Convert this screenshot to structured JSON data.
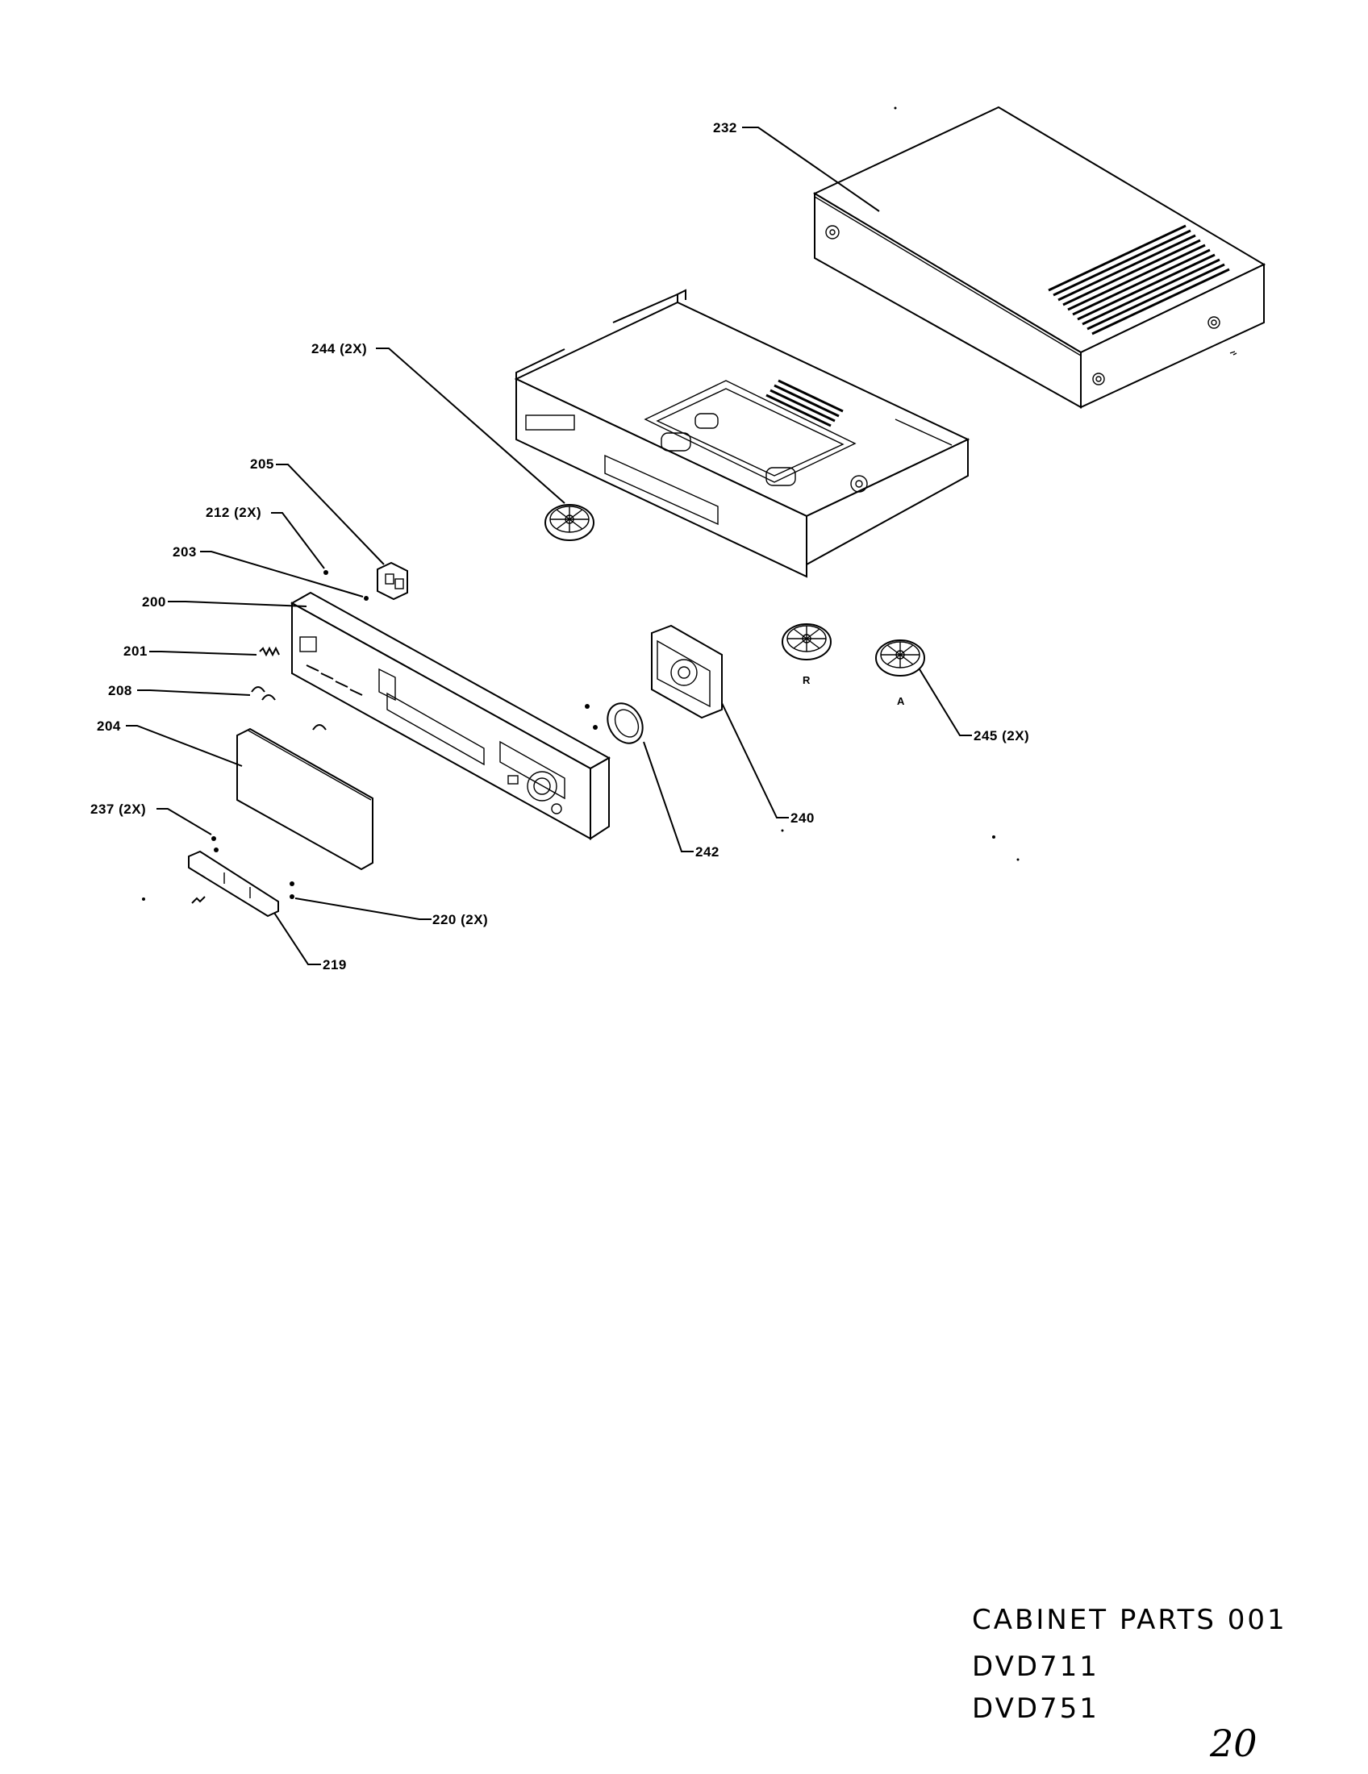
{
  "diagram": {
    "callouts": [
      {
        "id": "232",
        "text": "232"
      },
      {
        "id": "244",
        "text": "244 (2X)"
      },
      {
        "id": "205",
        "text": "205"
      },
      {
        "id": "212",
        "text": "212 (2X)"
      },
      {
        "id": "203",
        "text": "203"
      },
      {
        "id": "200",
        "text": "200"
      },
      {
        "id": "201",
        "text": "201"
      },
      {
        "id": "208",
        "text": "208"
      },
      {
        "id": "204",
        "text": "204"
      },
      {
        "id": "237",
        "text": "237 (2X)"
      },
      {
        "id": "220",
        "text": "220 (2X)"
      },
      {
        "id": "219",
        "text": "219"
      },
      {
        "id": "242",
        "text": "242"
      },
      {
        "id": "240",
        "text": "240"
      },
      {
        "id": "245",
        "text": "245 (2X)"
      }
    ],
    "foot_marks": [
      "R",
      "A"
    ]
  },
  "title_block": {
    "line1": "CABINET PARTS 001",
    "line2": "DVD711",
    "line3": "DVD751",
    "page_number": "20"
  }
}
